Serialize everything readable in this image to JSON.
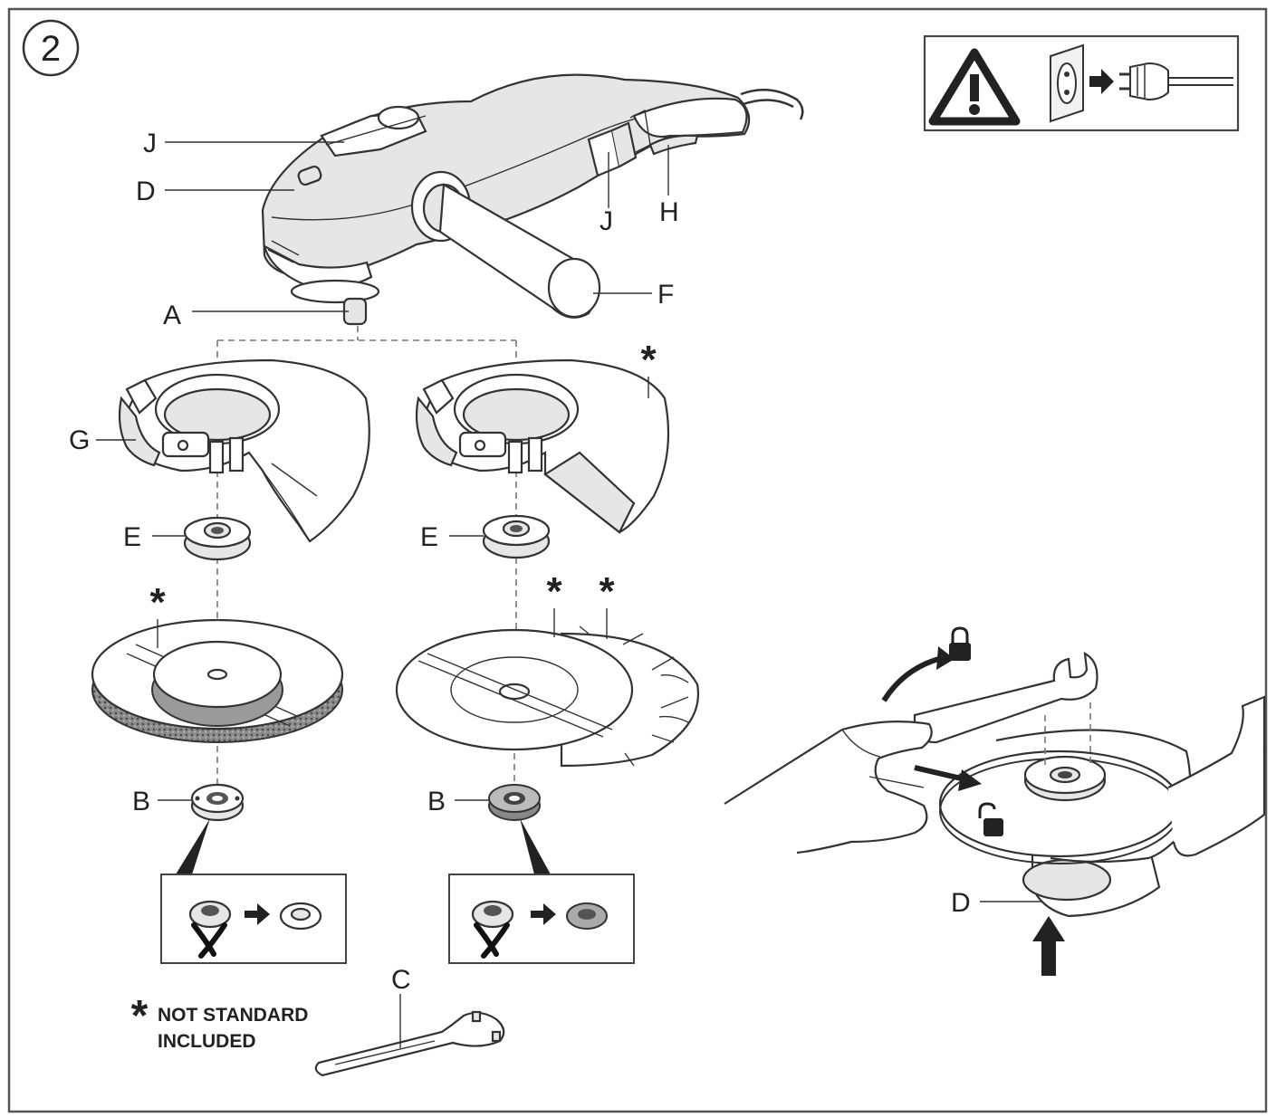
{
  "figure": {
    "step_number": "2",
    "labels": {
      "J_top": "J",
      "D_top": "D",
      "J_right": "J",
      "H": "H",
      "F": "F",
      "A": "A",
      "G": "G",
      "E_left": "E",
      "E_right": "E",
      "B_left": "B",
      "B_right": "B",
      "C": "C",
      "D_right": "D"
    },
    "not_included_mark": "*",
    "legend": {
      "star": "*",
      "line1": "NOT STANDARD",
      "line2": "INCLUDED"
    }
  },
  "icons": {
    "warning": "warning-triangle-icon",
    "unplug": "unplug-from-socket-icon",
    "lock": "padlock-closed-icon",
    "unlock": "padlock-open-icon"
  },
  "colors": {
    "line": "#333333",
    "frame": "#555555",
    "background": "#ffffff"
  }
}
